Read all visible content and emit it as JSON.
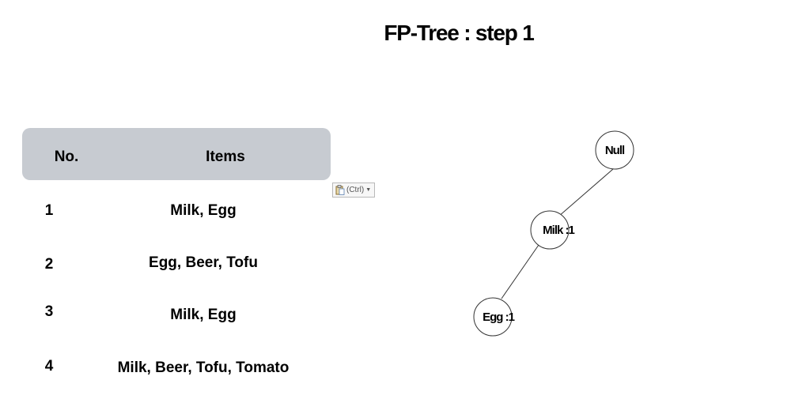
{
  "title": "FP-Tree : step 1",
  "table": {
    "headers": {
      "no": "No.",
      "items": "Items"
    },
    "rows": [
      {
        "no": "1",
        "items": "Milk, Egg"
      },
      {
        "no": "2",
        "items": "Egg, Beer, Tofu"
      },
      {
        "no": "3",
        "items": "Milk, Egg"
      },
      {
        "no": "4",
        "items": "Milk, Beer, Tofu, Tomato"
      }
    ]
  },
  "paste_options": {
    "label": "(Ctrl)",
    "icon": "clipboard-icon"
  },
  "tree": {
    "nodes": [
      {
        "id": "null",
        "label": "Null"
      },
      {
        "id": "milk",
        "label": "Milk :1"
      },
      {
        "id": "egg",
        "label": "Egg :1"
      }
    ],
    "edges": [
      {
        "from": "null",
        "to": "milk"
      },
      {
        "from": "milk",
        "to": "egg"
      }
    ]
  }
}
